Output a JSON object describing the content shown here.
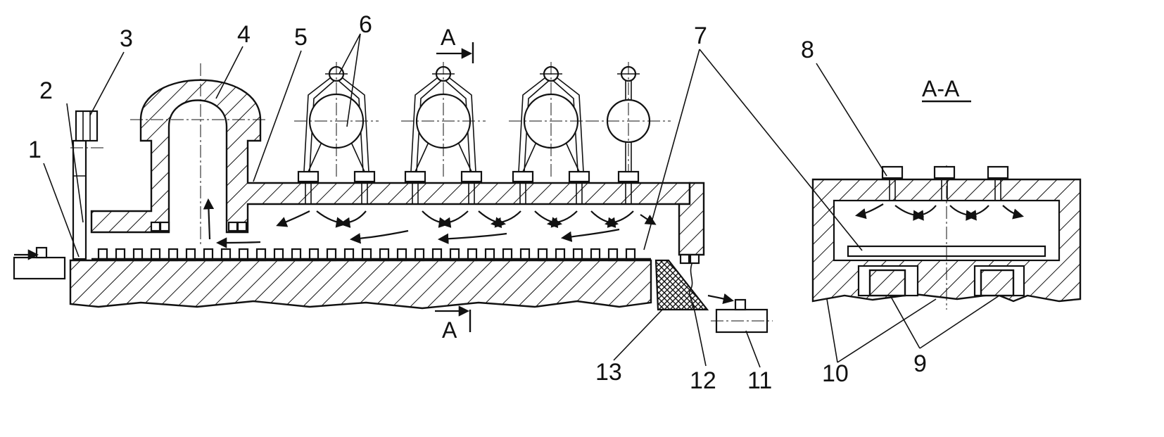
{
  "diagram": {
    "callouts": [
      "1",
      "2",
      "3",
      "4",
      "5",
      "6",
      "7",
      "8",
      "9",
      "10",
      "11",
      "12",
      "13"
    ],
    "section_mark": "A",
    "section_title": "A-A"
  }
}
